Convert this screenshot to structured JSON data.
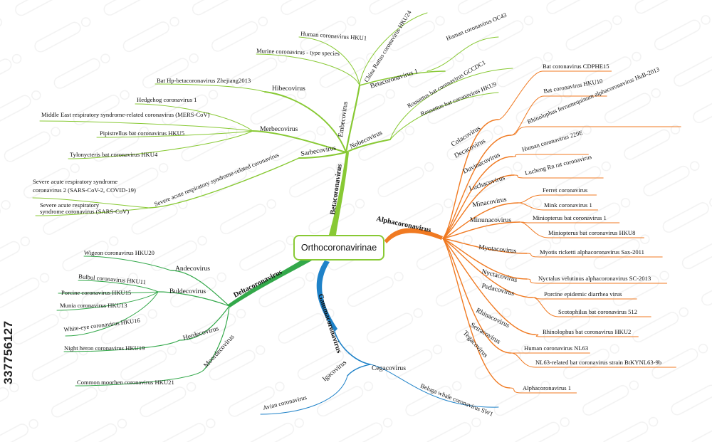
{
  "root": {
    "label": "Orthocoronavirinae"
  },
  "stock_id": "337756127",
  "colors": {
    "betacoronavirus": "#88c934",
    "alphacoronavirus": "#f07a22",
    "gammacoronavirus": "#1f82c8",
    "deltacoronavirus": "#33a84a"
  },
  "subfamilies": [
    {
      "id": "beta",
      "label": "Betacoronavirus",
      "genera": [
        {
          "label": "Embecovirus",
          "species": [
            "Human coronavirus HKU1",
            "Murine coronavirus - type species",
            "China Rattus coronavirus HKU24",
            "Betacoronavirus 1",
            "Human coronavirus OC43"
          ]
        },
        {
          "label": "Nobecovirus",
          "species": [
            "Rousettus bat coronavirus GCCDC1",
            "Rousettus bat coronavirus HKU9"
          ]
        },
        {
          "label": "Hibecovirus",
          "species": [
            "Bat Hp-betacoronavirus Zhejiang2013"
          ]
        },
        {
          "label": "Merbecovirus",
          "species": [
            "Hedgehog coronavirus 1",
            "Middle East respiratory syndrome-related coronavirus (MERS-CoV)",
            "Pipistrellus bat coronavirus HKU5",
            "Tylonycteris bat coronavirus HKU4"
          ]
        },
        {
          "label": "Sarbecovirus",
          "species": [
            "Severe acute respiratory syndrome-related coronavirus"
          ]
        }
      ],
      "sarbeco_strains": [
        {
          "line1": "Severe acute respiratory syndrome",
          "line2": "coronavirus 2 (SARS-CoV-2, COVID-19)"
        },
        {
          "line1": "Severe acute respiratory",
          "line2": "syndrome coronavirus (SARS-CoV)"
        }
      ]
    },
    {
      "id": "alpha",
      "label": "Alphacoronavirus",
      "genera": [
        {
          "label": "Colacovirus",
          "species": [
            "Bat coronavirus CDPHE15"
          ]
        },
        {
          "label": "Decacovirus",
          "species": [
            "Bat coronavirus HKU10",
            "Rhinolophus ferrumequinum alphacoronavirus HuB-2013"
          ]
        },
        {
          "label": "Duvinacovirus",
          "species": [
            "Human coronavirus 229E"
          ]
        },
        {
          "label": "Luchacovirus",
          "species": [
            "Lucheng Rn rat coronavirus"
          ]
        },
        {
          "label": "Minacovirus",
          "species": [
            "Ferret coronavirus",
            "Mink coronavirus 1"
          ]
        },
        {
          "label": "Minunacovirus",
          "species": [
            "Miniopterus bat coronavirus 1",
            "Miniopterus bat coronavirus HKU8"
          ]
        },
        {
          "label": "Myotacovirus",
          "species": [
            "Myotis ricketti alphacoronavirus Sax-2011"
          ]
        },
        {
          "label": "Nyctacovirus",
          "species": [
            "Nyctalus velutinus alphacoronavirus SC-2013"
          ]
        },
        {
          "label": "Pedacovirus",
          "species": [
            "Porcine epidemic diarrhea virus",
            "Scotophilus bat coronavirus 512"
          ]
        },
        {
          "label": "Rhinacovirus",
          "species": [
            "Rhinolophus bat coronavirus HKU2"
          ]
        },
        {
          "label": "Setracovirus",
          "species": [
            "Human coronavirus NL63",
            "NL63-related bat coronavirus strain BtKYNL63-9b"
          ]
        },
        {
          "label": "Tegacovirus",
          "species": [
            "Alphacoronavirus 1"
          ]
        }
      ]
    },
    {
      "id": "gamma",
      "label": "Gammacoronavirus",
      "genera": [
        {
          "label": "Cegacovirus",
          "species": [
            "Beluga whale coronavirus SW1"
          ]
        },
        {
          "label": "Igacovirus",
          "species": [
            "Avian coronavirus"
          ]
        }
      ]
    },
    {
      "id": "delta",
      "label": "Deltacoronavirus",
      "genera": [
        {
          "label": "Andecovirus",
          "species": [
            "Wigeon coronavirus HKU20"
          ]
        },
        {
          "label": "Buldecovirus",
          "species": [
            "Bulbul coronavirus HKU11",
            "Porcine coronavirus HKU15",
            "Munia coronavirus HKU13",
            "White-eye coronavirus HKU16"
          ]
        },
        {
          "label": "Herdecovirus",
          "species": [
            "Night heron coronavirus HKU19"
          ]
        },
        {
          "label": "Moordecovirus",
          "species": [
            "Common moorhen coronavirus HKU21"
          ]
        }
      ]
    }
  ]
}
